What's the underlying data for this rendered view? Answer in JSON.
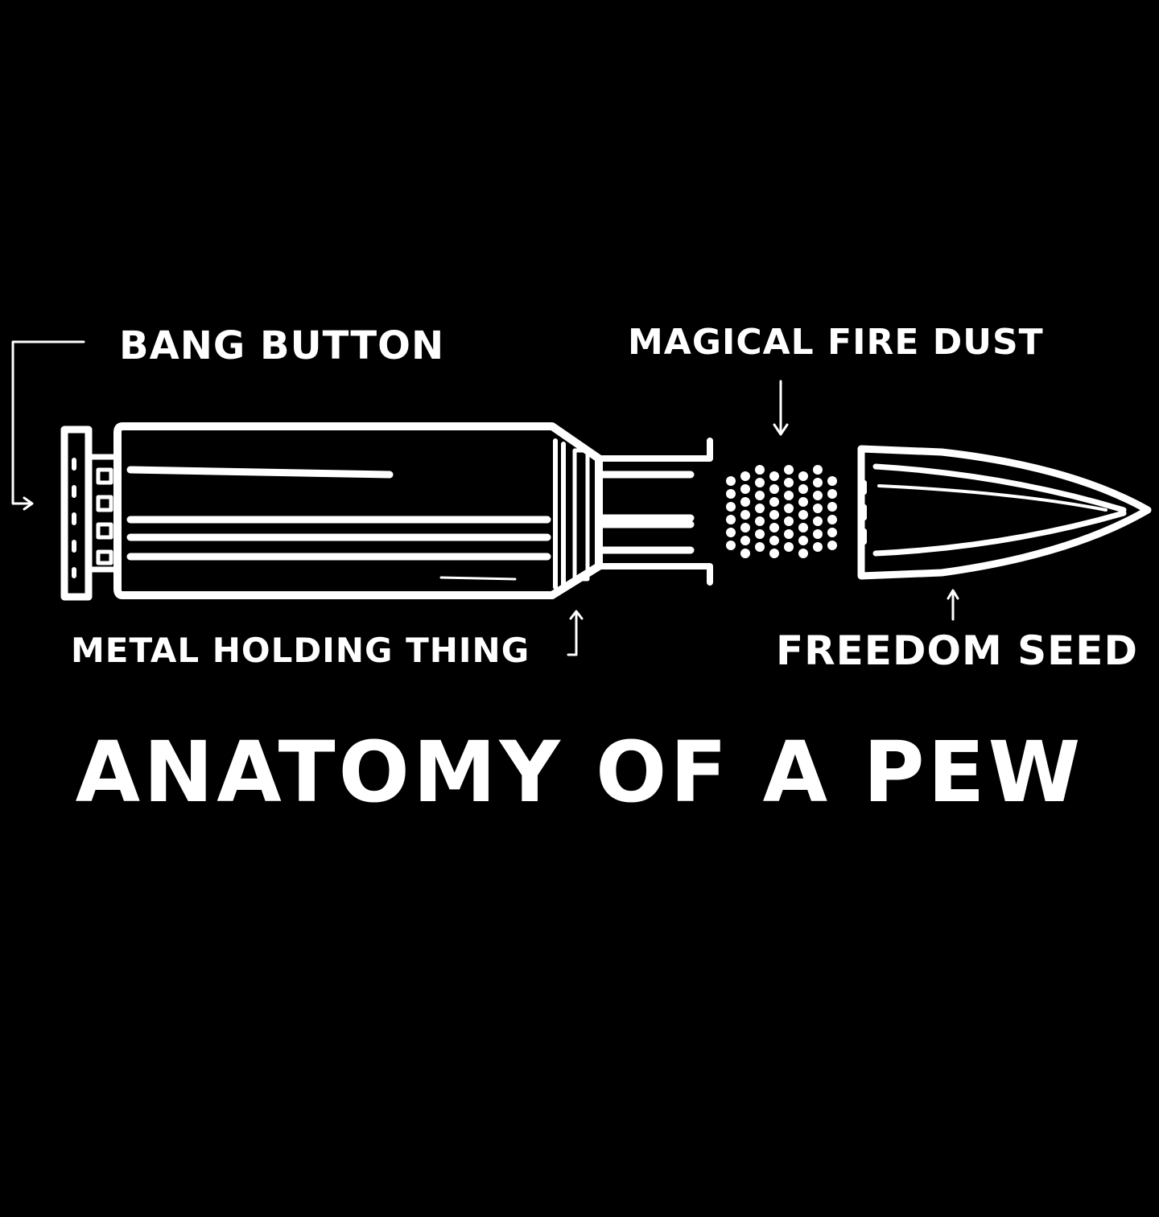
{
  "colors": {
    "background": "#000000",
    "ink": "#ffffff"
  },
  "labels": {
    "bang_button": "BANG BUTTON",
    "magical_fire_dust": "MAGICAL FIRE DUST",
    "metal_holding_thing": "METAL HOLDING THING",
    "freedom_seed": "FREEDOM SEED"
  },
  "title": "ANATOMY OF A PEW"
}
